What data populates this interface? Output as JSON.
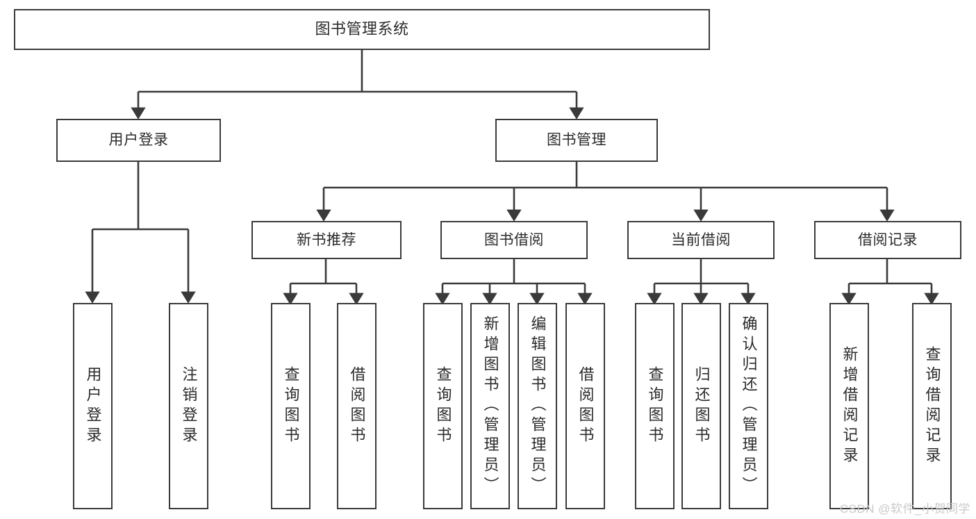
{
  "diagram": {
    "title": "图书管理系统",
    "type": "tree",
    "colors": {
      "stroke": "#3a3a3a",
      "box_fill": "#ffffff",
      "text": "#2b2b2b",
      "background": "#ffffff",
      "watermark": "#c9c9c9"
    },
    "watermark": "CSDN @软件_小贺同学",
    "nodes": {
      "root": {
        "label": "图书管理系统"
      },
      "level1": [
        {
          "id": "user-login",
          "label": "用户登录"
        },
        {
          "id": "book-manage",
          "label": "图书管理"
        }
      ],
      "level2": [
        {
          "id": "new-book-rec",
          "label": "新书推荐"
        },
        {
          "id": "book-borrow",
          "label": "图书借阅"
        },
        {
          "id": "current-borrow",
          "label": "当前借阅"
        },
        {
          "id": "borrow-record",
          "label": "借阅记录"
        }
      ],
      "leaves": {
        "user_login": [
          {
            "id": "leaf-user-login",
            "label": "用户登录"
          },
          {
            "id": "leaf-logout-login",
            "label": "注销登录"
          }
        ],
        "new_book_rec": [
          {
            "id": "leaf-query-book-1",
            "label": "查询图书"
          },
          {
            "id": "leaf-borrow-book-1",
            "label": "借阅图书"
          }
        ],
        "book_borrow": [
          {
            "id": "leaf-query-book-2",
            "label": "查询图书"
          },
          {
            "id": "leaf-add-book",
            "label": "新增图书（管理员）"
          },
          {
            "id": "leaf-edit-book",
            "label": "编辑图书（管理员）"
          },
          {
            "id": "leaf-borrow-book-2",
            "label": "借阅图书"
          }
        ],
        "current_borrow": [
          {
            "id": "leaf-query-book-3",
            "label": "查询图书"
          },
          {
            "id": "leaf-return-book",
            "label": "归还图书"
          },
          {
            "id": "leaf-confirm-return",
            "label": "确认归还（管理员）"
          }
        ],
        "borrow_record": [
          {
            "id": "leaf-add-record",
            "label": "新增借阅记录"
          },
          {
            "id": "leaf-query-record",
            "label": "查询借阅记录"
          }
        ]
      }
    }
  }
}
